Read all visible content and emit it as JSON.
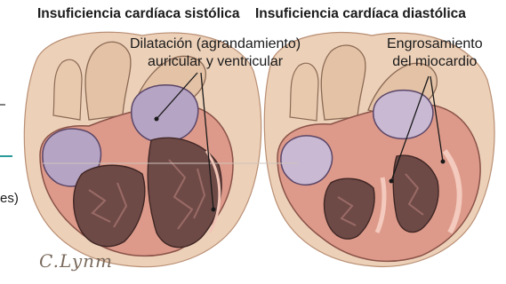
{
  "panels": {
    "systolic_title": "Insuficiencia cardíaca sistólica",
    "diastolic_title": "Insuficiencia cardíaca diastólica"
  },
  "annotations": {
    "dilation_line1": "Dilatación (agrandamiento)",
    "dilation_line2": "auricular y ventricular",
    "thickening_line1": "Engrosamiento",
    "thickening_line2": "del miocardio"
  },
  "edge_fragment": "es)",
  "signature": "C.Lynm",
  "colors": {
    "background": "#ffffff",
    "pericardium": "#eccdb4",
    "myocardium": "#dd9a8a",
    "chamber": "#6e4a47",
    "atrium": "#b6a4c4",
    "ink": "#1a1a1a",
    "teal_mark": "#2a9a9a"
  }
}
